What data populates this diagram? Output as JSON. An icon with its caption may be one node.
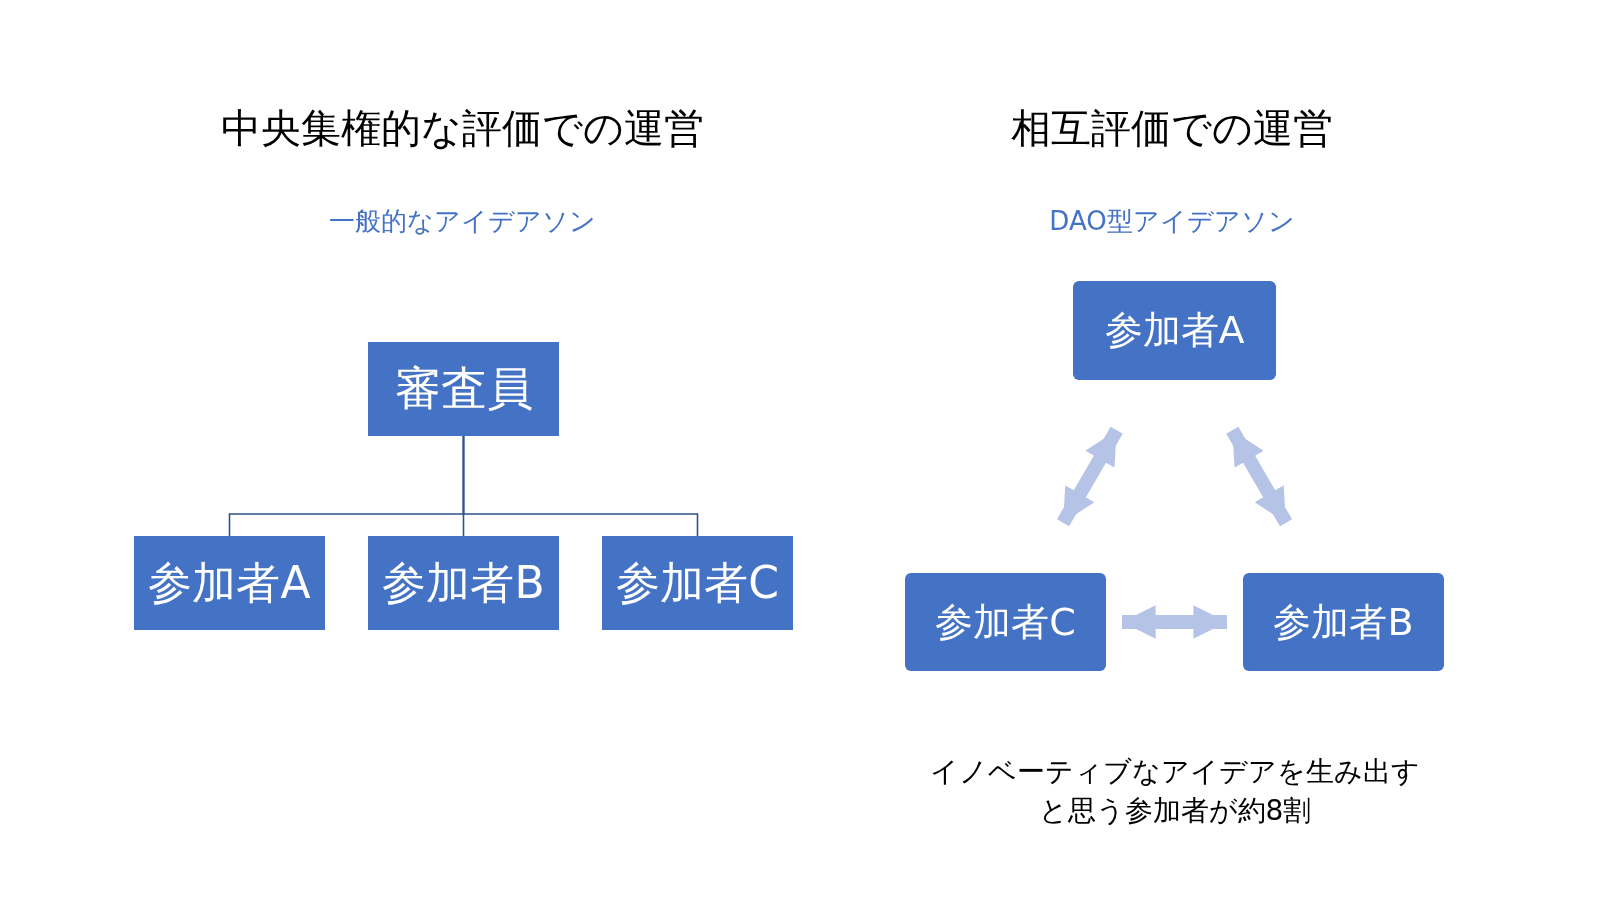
{
  "diagram": {
    "nodes": [
      {
        "text": [
          "審査員"
        ]
      },
      {
        "text": [
          "参加者A"
        ]
      },
      {
        "text": [
          "参加者B"
        ]
      },
      {
        "text": [
          "参加者C"
        ]
      },
      {
        "text": [
          "参加者A"
        ]
      },
      {
        "text": [
          "参加者C"
        ]
      },
      {
        "text": [
          "参加者B"
        ]
      }
    ],
    "edges": [
      {
        "from": 0,
        "to": 1,
        "arrow": "none"
      },
      {
        "from": 0,
        "to": 2,
        "arrow": "none"
      },
      {
        "from": 0,
        "to": 3,
        "arrow": "none"
      },
      {
        "from": 4,
        "to": 5,
        "arrow": "both",
        "style": "thick",
        "color": "#b4c3e6"
      },
      {
        "from": 4,
        "to": 6,
        "arrow": "both",
        "style": "thick",
        "color": "#b4c3e6"
      },
      {
        "from": 5,
        "to": 6,
        "arrow": "both",
        "style": "thick",
        "color": "#b4c3e6"
      }
    ],
    "labels": [
      "中央集権的な評価での運営",
      "相互評価での運営",
      "一般的なアイデアソン",
      "DAO型アイデアソン",
      "イノベーティブなアイデアを生み出すと思う参加者が約8割"
    ]
  }
}
